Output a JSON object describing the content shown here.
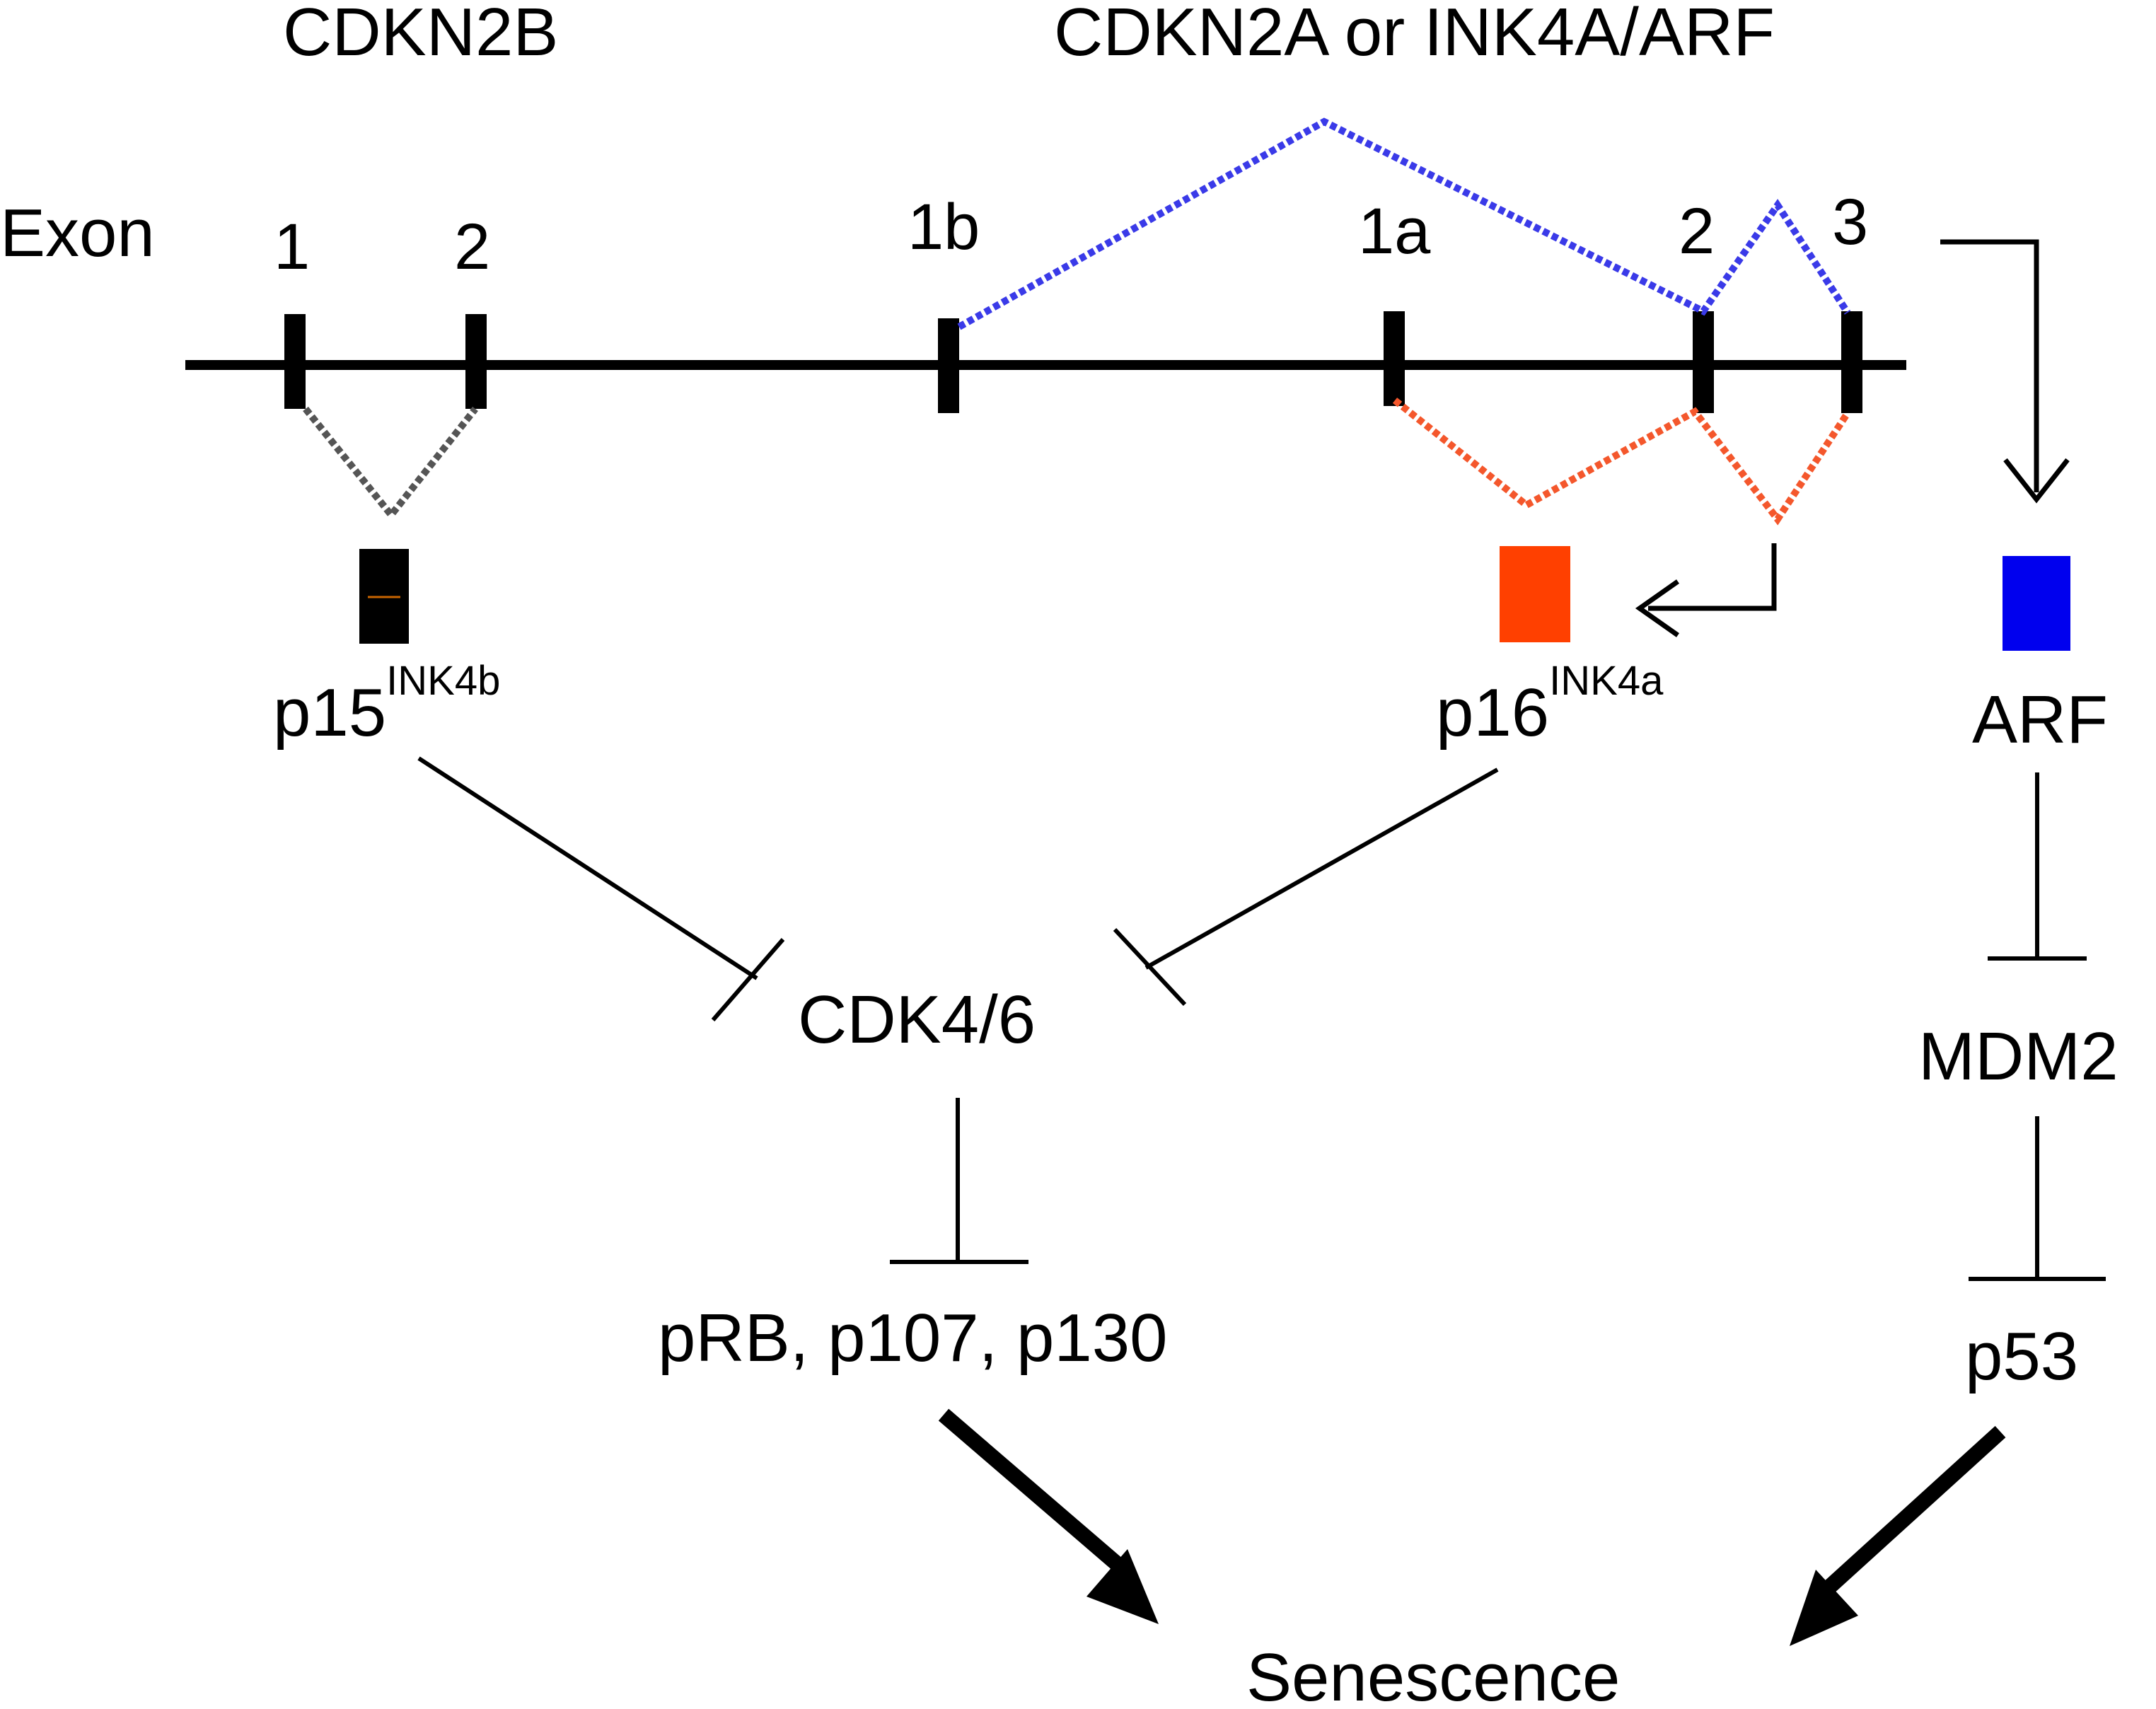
{
  "genes": {
    "cdkn2b": "CDKN2B",
    "cdkn2a": "CDKN2A or INK4A/ARF"
  },
  "exon_label": "Exon",
  "exons": {
    "cdkn2b_1": "1",
    "cdkn2b_2": "2",
    "e1b": "1b",
    "e1a": "1a",
    "e2": "2",
    "e3": "3"
  },
  "proteins": {
    "p15": {
      "base": "p15",
      "sup": "INK4b"
    },
    "p16": {
      "base": "p16",
      "sup": "INK4a"
    },
    "arf": "ARF"
  },
  "nodes": {
    "cdk": "CDK4/6",
    "prb": "pRB, p107, p130",
    "mdm2": "MDM2",
    "p53": "p53",
    "senescence": "Senescence"
  },
  "colors": {
    "p15_product": "#000000",
    "p16_product": "#ff4000",
    "arf_product": "#0000ee",
    "p16_splice": "#f4572c",
    "arf_splice": "#3a3ae8",
    "p15_splice": "#555555"
  }
}
